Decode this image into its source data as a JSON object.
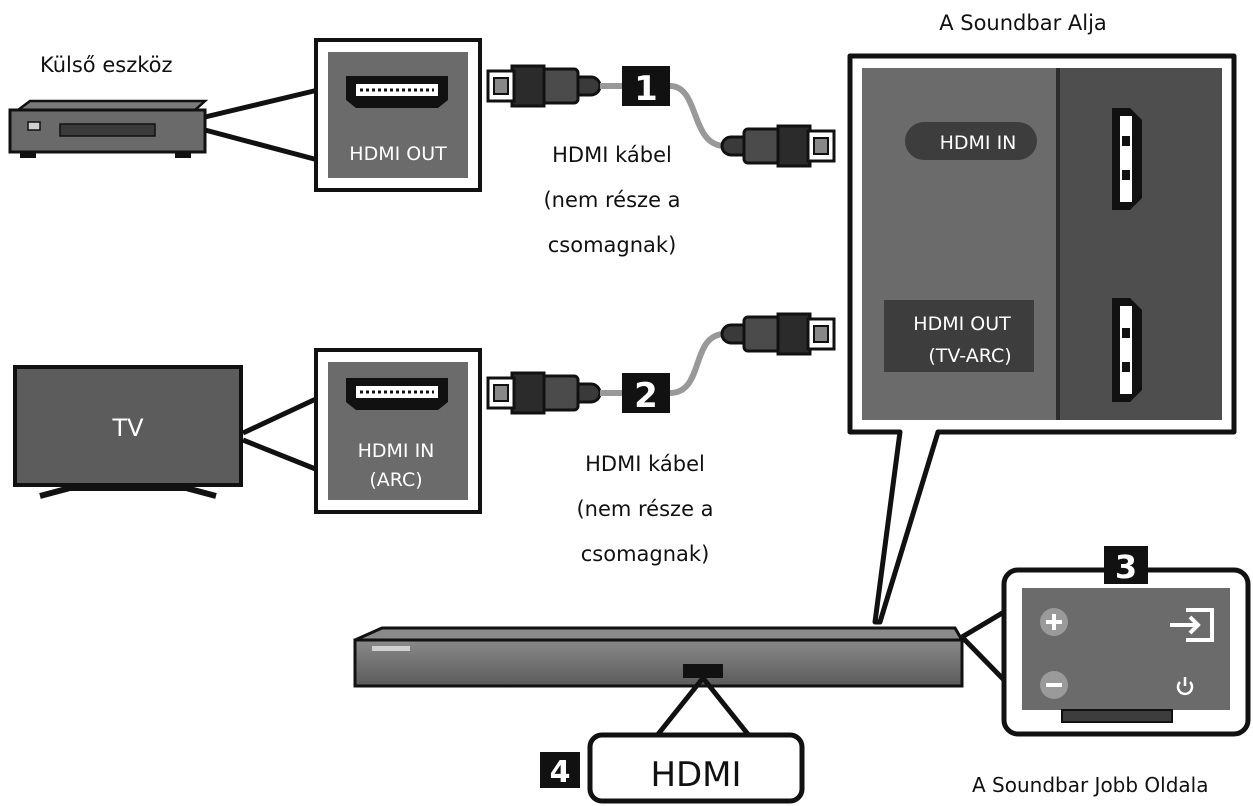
{
  "labels": {
    "external_device": "Külső eszköz",
    "soundbar_bottom": "A Soundbar Alja",
    "soundbar_right_side": "A Soundbar Jobb Oldala",
    "tv": "TV"
  },
  "ports": {
    "source_hdmi_out": "HDMI OUT",
    "tv_hdmi_in_line1": "HDMI IN",
    "tv_hdmi_in_line2": "(ARC)",
    "soundbar_hdmi_in": "HDMI IN",
    "soundbar_hdmi_out_line1": "HDMI OUT",
    "soundbar_hdmi_out_line2": "(TV-ARC)",
    "callout_hdmi": "HDMI"
  },
  "cables": {
    "cable1": {
      "line1": "HDMI kábel",
      "line2": "(nem része a",
      "line3": "csomagnak)"
    },
    "cable2": {
      "line1": "HDMI kábel",
      "line2": "(nem része a",
      "line3": "csomagnak)"
    }
  },
  "steps": {
    "s1": "1",
    "s2": "2",
    "s3": "3",
    "s4": "4"
  },
  "icons": {
    "volume_up": "plus-icon",
    "volume_down": "minus-icon",
    "source": "source-input-icon",
    "power": "power-icon"
  },
  "colors": {
    "panel_gray": "#6b6b6b",
    "dark_gray": "#4a4a4a",
    "frame_black": "#111111",
    "cable_gray": "#999999",
    "label_pill": "#3d3d3d"
  }
}
